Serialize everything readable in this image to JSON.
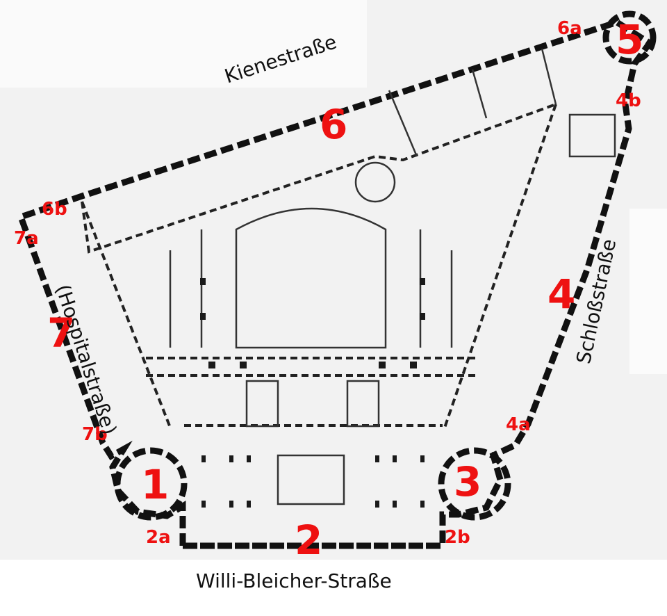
{
  "streets": {
    "bottom": "Willi-Bleicher-Straße",
    "top": "Kienestraße",
    "right": "Schloßstraße",
    "left": "(Hospitalstraße)"
  },
  "building_labels": [
    "1",
    "2",
    "3",
    "4",
    "5",
    "6",
    "7"
  ],
  "corner_labels": [
    "2a",
    "2b",
    "4a",
    "4b",
    "6a",
    "6b",
    "7a",
    "7b"
  ],
  "colors": {
    "label": "#ee1111",
    "wall": "#111111",
    "ground": "#f2f2f2"
  }
}
